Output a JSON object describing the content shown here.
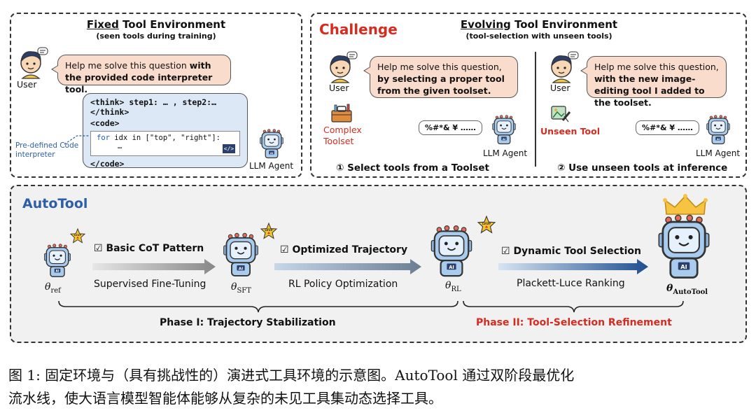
{
  "fixed": {
    "title_underlined": "Fixed",
    "title_rest": " Tool Environment",
    "subtitle": "(seen tools during training)",
    "user_label": "User",
    "bubble_plain": "Help me solve this question ",
    "bubble_bold": "with the provided code interpreter tool.",
    "code_line1": "<think> step1: … , step2:… </think>",
    "code_line2": "<code>",
    "code_inner1_kw": "for",
    "code_inner1_rest": " idx in [\"top\", \"right\"]:",
    "code_inner2": "…",
    "code_line_end": "</code>",
    "predefined_label": "Pre-defined Code interpreter",
    "agent_label": "LLM Agent"
  },
  "evolving": {
    "challenge": "Challenge",
    "title_underlined": "Evolving",
    "title_rest": " Tool Environment",
    "subtitle": "(tool-selection with unseen tools)",
    "left": {
      "user_label": "User",
      "bubble_plain": "Help me solve this question, ",
      "bubble_bold": "by selecting a proper tool from the given toolset.",
      "toolset_label": "Complex Toolset",
      "noise": "%#*& ¥ ……",
      "agent_label": "LLM Agent",
      "step": "① Select tools from a Toolset"
    },
    "right": {
      "user_label": "User",
      "bubble_plain": "Help me solve this question, ",
      "bubble_bold": "with the new image-editing tool I added to the toolset.",
      "unseen_label": "Unseen Tool",
      "noise": "%#*& ¥ ……",
      "agent_label": "LLM Agent",
      "step": "② Use unseen tools at inference"
    }
  },
  "autotool": {
    "title": "AutoTool",
    "models": {
      "ref": "θref",
      "sft": "θSFT",
      "rl": "θRL",
      "auto": "θAutoTool"
    },
    "stage1_check": "Basic CoT Pattern",
    "stage1_label": "Supervised Fine-Tuning",
    "stage2_check": "Optimized Trajectory",
    "stage2_label": "RL Policy Optimization",
    "stage3_check": "Dynamic Tool Selection",
    "stage3_label": "Plackett-Luce Ranking",
    "phase1": "Phase I: Trajectory Stabilization",
    "phase2": "Phase II: Tool-Selection Refinement",
    "lvup": "LVUP",
    "colors": {
      "accent_blue": "#2f5ea8",
      "red": "#d62b1f",
      "arrow_dark": "#1f4f8f",
      "arrow_light": "#c7d7ea"
    }
  },
  "caption": {
    "line1": "图 1: 固定环境与（具有挑战性的）演进式工具环境的示意图。AutoTool 通过双阶段最优化",
    "line2": "流水线，使大语言模型智能体能够从复杂的未见工具集动态选择工具。"
  }
}
